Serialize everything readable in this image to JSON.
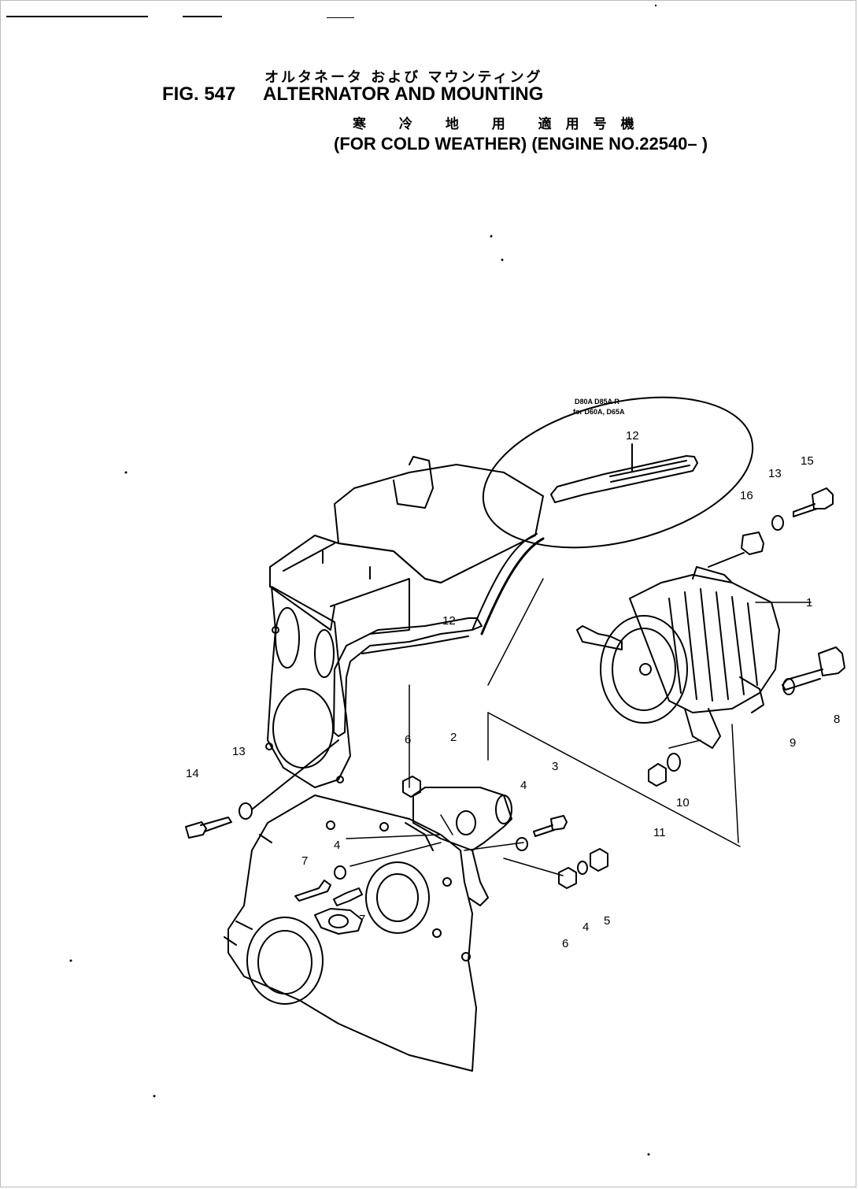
{
  "header": {
    "title_jp": "オルタネータ および マウンティング",
    "fig_label": "FIG. 547",
    "title_en": "ALTERNATOR AND MOUNTING",
    "subtitle_jp": "寒 冷 地 用 適用号機",
    "subtitle_en": "(FOR COLD WEATHER) (ENGINE NO.22540– )"
  },
  "inset": {
    "note_line1": "D80A D85A R",
    "note_line2": "for D60A, D65A",
    "part_label": "12"
  },
  "callouts": [
    "1",
    "2",
    "3",
    "4",
    "4",
    "4",
    "5",
    "6",
    "6",
    "7",
    "7",
    "8",
    "9",
    "10",
    "11",
    "12",
    "13",
    "13",
    "14",
    "15",
    "16"
  ]
}
